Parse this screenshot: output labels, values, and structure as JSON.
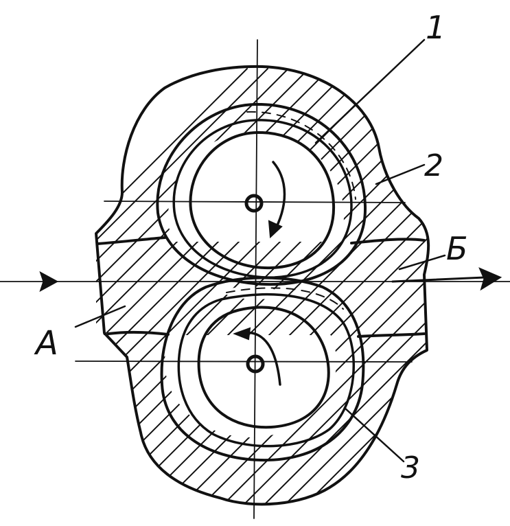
{
  "labels": {
    "part_1": "1",
    "part_2": "2",
    "part_3": "3",
    "inlet": "А",
    "outlet": "Б"
  },
  "colors": {
    "ink": "#111111",
    "paper": "#ffffff"
  }
}
